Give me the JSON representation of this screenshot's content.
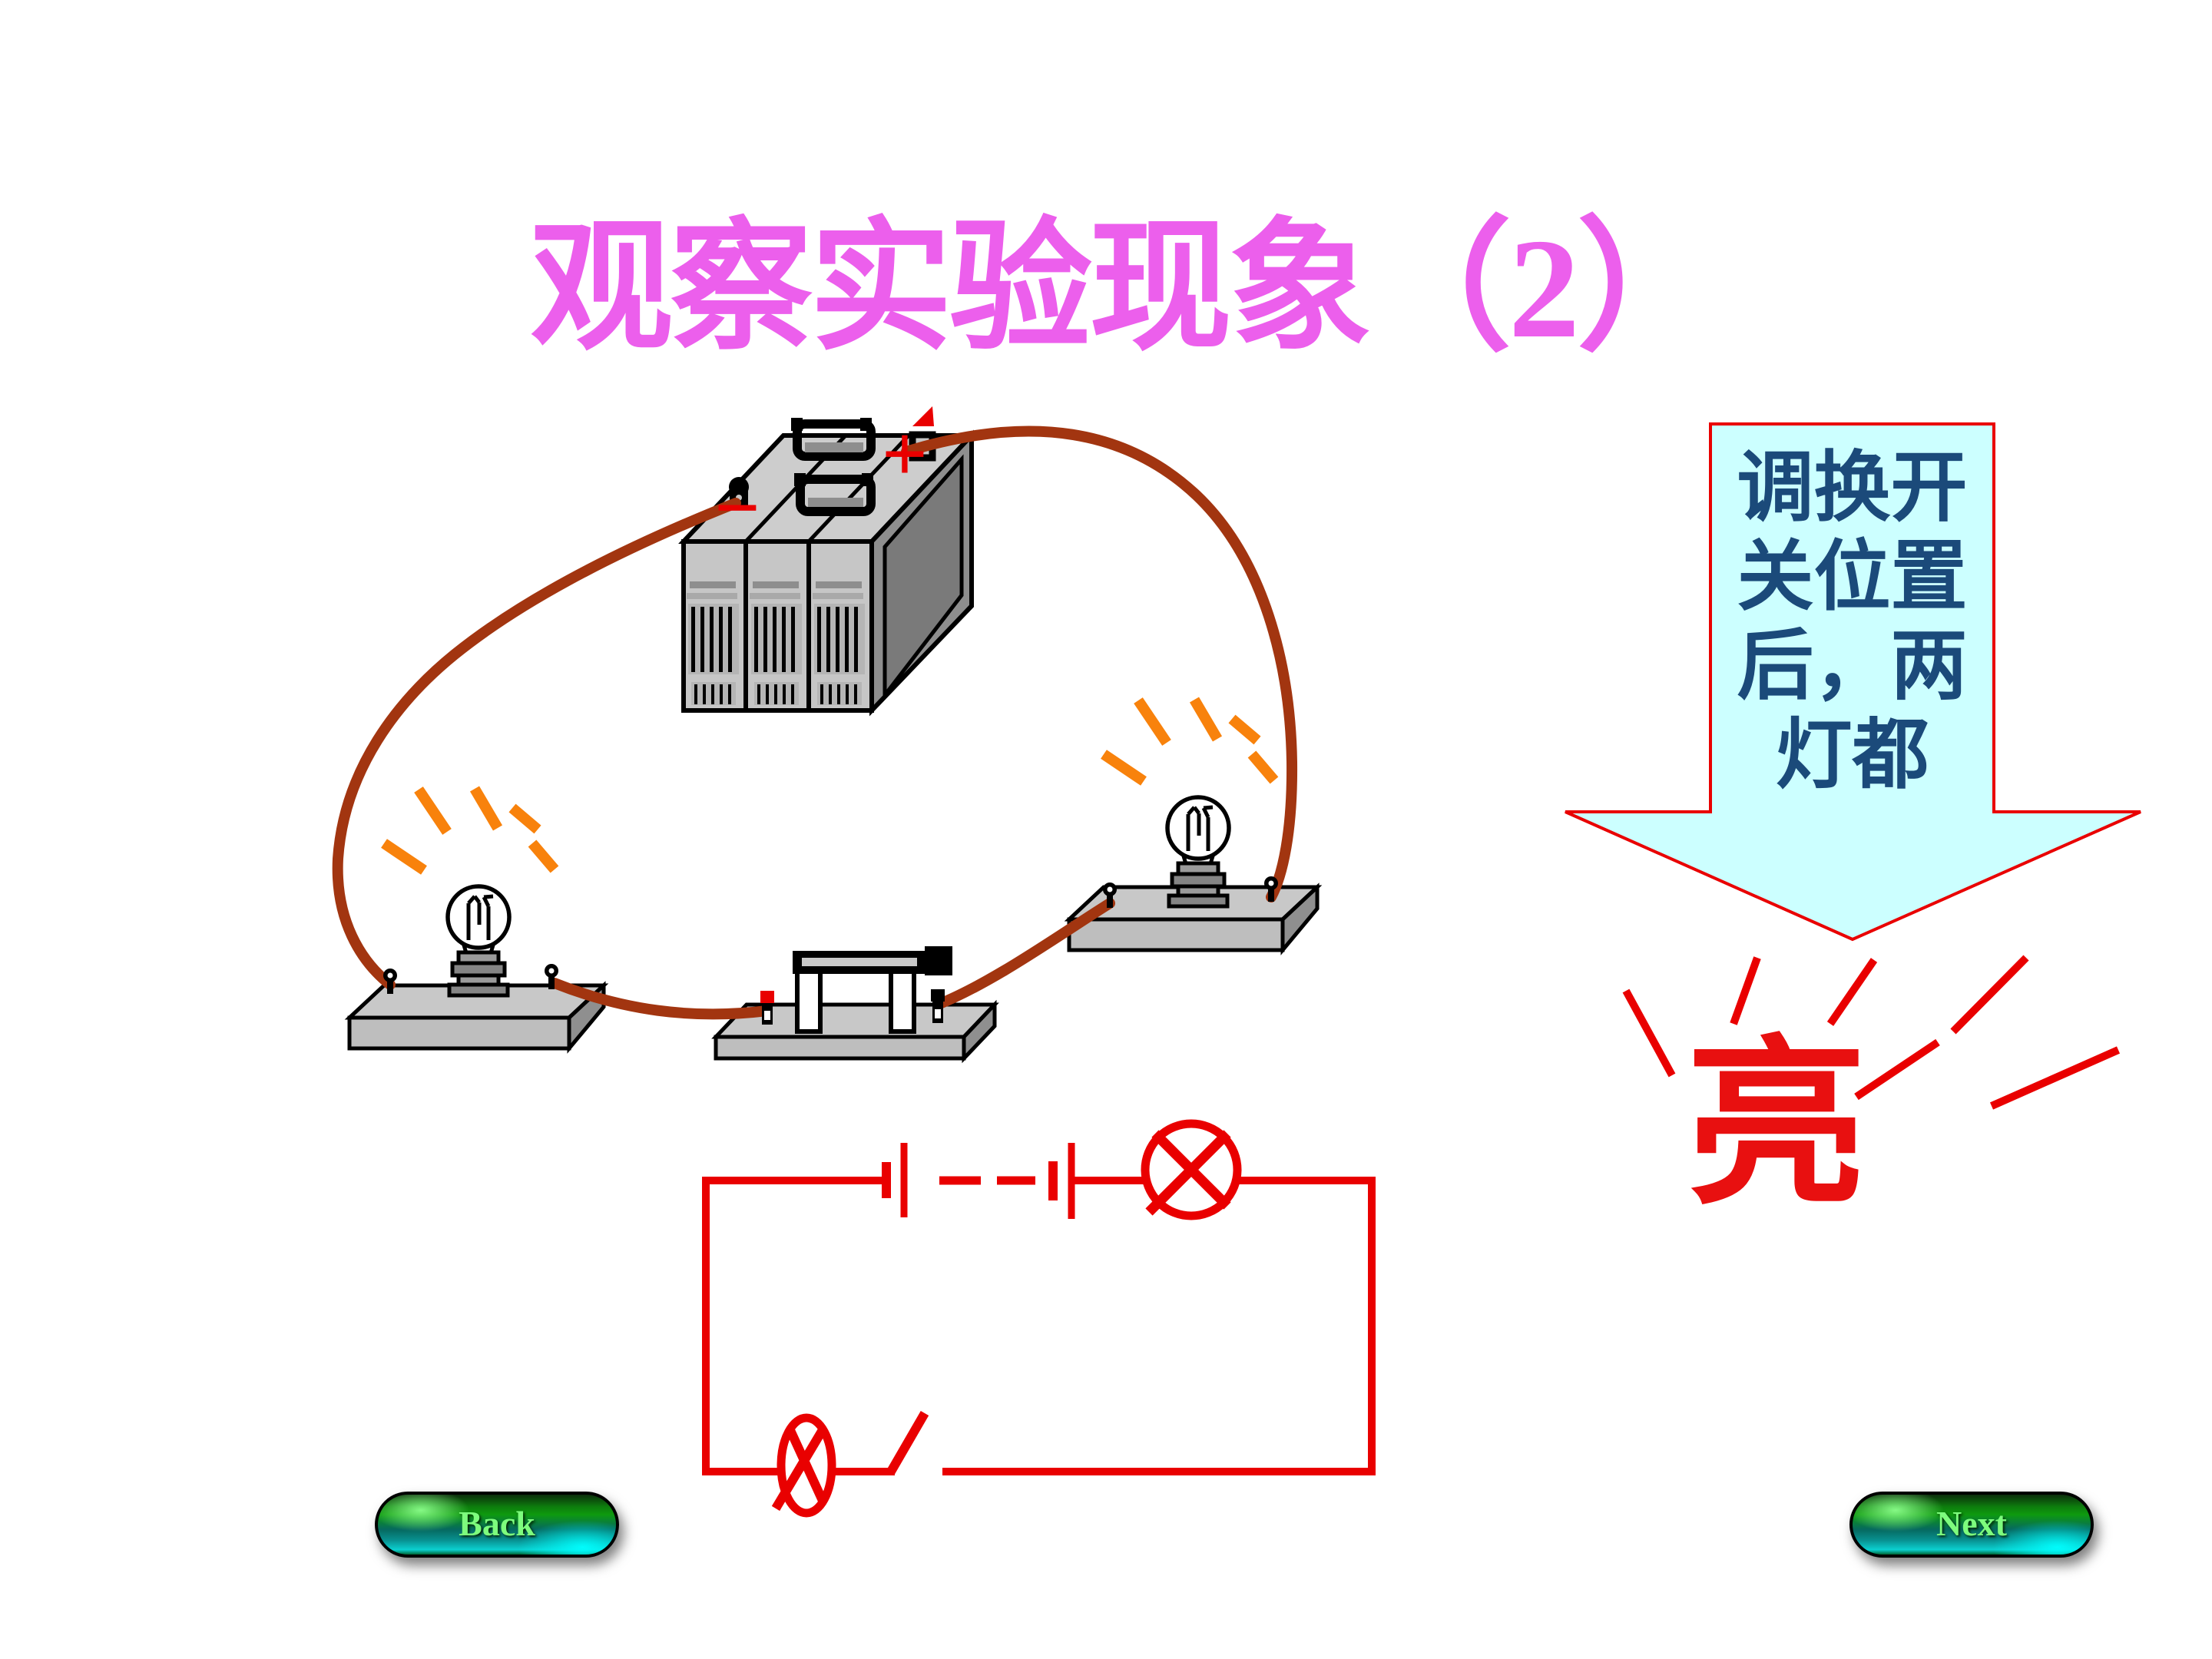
{
  "title": {
    "text": "观察实验现象（2）",
    "color": "#ec5fec"
  },
  "callout": {
    "lines": [
      "调换开",
      "关位置",
      "后，两",
      "灯都"
    ],
    "full_text": "调换开关位置后，两灯都",
    "fill": "#ccffff",
    "border": "#e90000",
    "text_color": "#1b4a7a",
    "result_char": "亮",
    "result_color": "#e81010"
  },
  "nav": {
    "back": "Back",
    "next": "Next"
  },
  "battery": {
    "plus": "+",
    "minus": "−"
  },
  "colors": {
    "wire": "#a23510",
    "schematic_red": "#e90000",
    "ray_orange": "#f8820c"
  },
  "schematic": {
    "components": [
      "two-cell battery with dashed gap",
      "lamp",
      "lamp",
      "open switch"
    ]
  }
}
